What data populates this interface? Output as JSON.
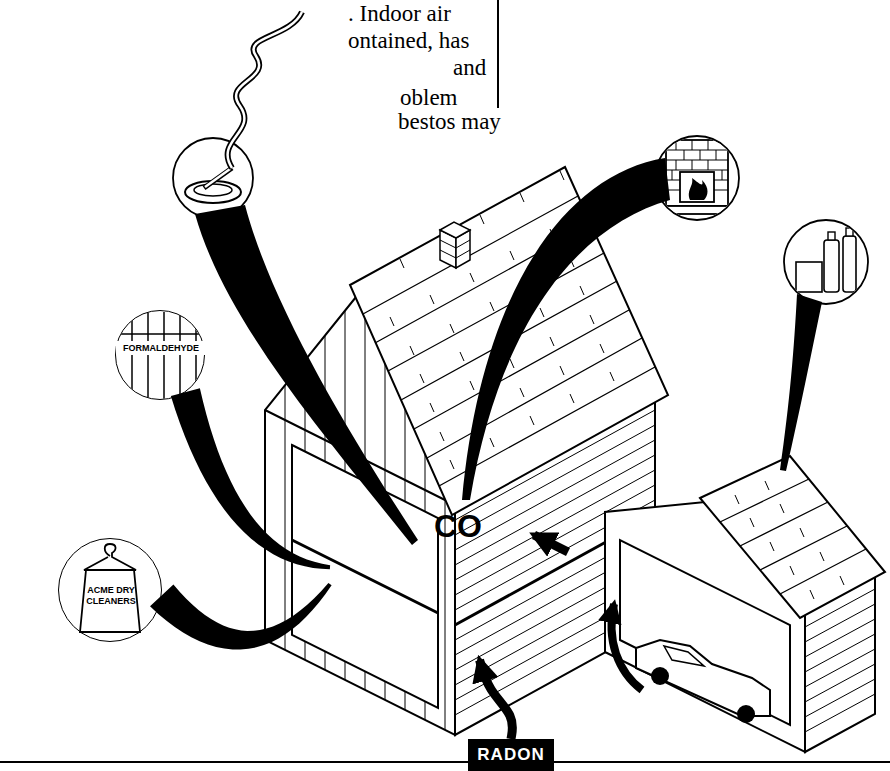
{
  "diagram": {
    "nodes": [
      {
        "text": [
          "FORMALDEHYDE"
        ]
      },
      {
        "text": [
          "ACME DRY CLEANERS"
        ]
      },
      {
        "text": [
          "CO"
        ]
      },
      {
        "text": [
          "RADON"
        ]
      }
    ],
    "edges": [
      {
        "from": 0,
        "to": 2,
        "arrow": "none"
      },
      {
        "from": 1,
        "to": 2,
        "arrow": "none"
      },
      {
        "from": 3,
        "to": 2,
        "arrow": "to"
      }
    ],
    "labels": [
      ". Indoor air",
      "ontained, has",
      "and",
      "oblem",
      "bestos may"
    ]
  }
}
